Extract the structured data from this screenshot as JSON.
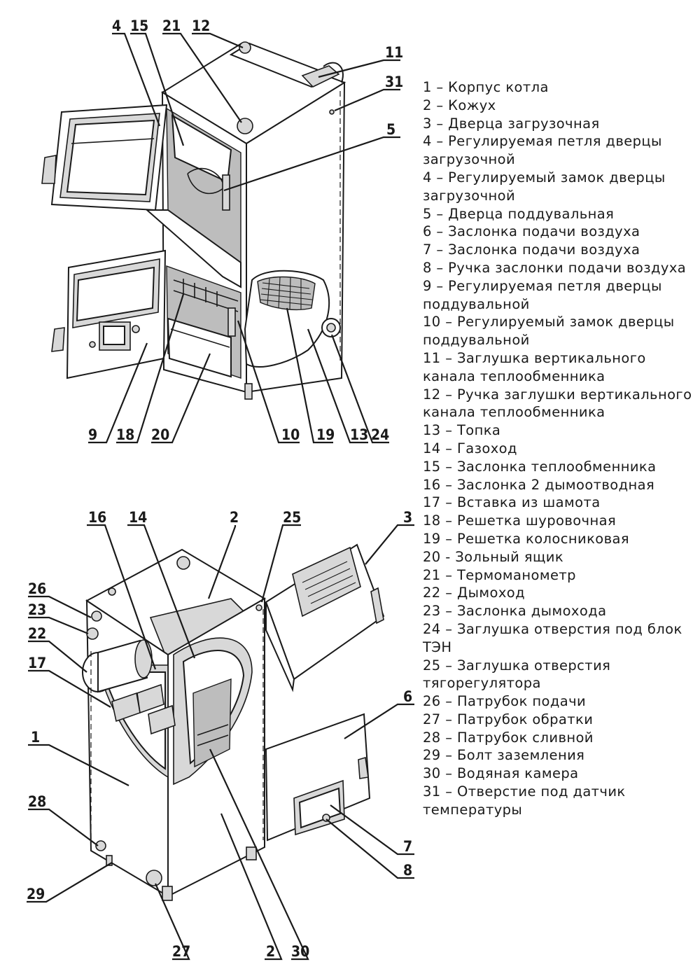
{
  "callouts": {
    "top": [
      "4",
      "15",
      "21",
      "12",
      "11",
      "31",
      "5",
      "9",
      "18",
      "20",
      "10",
      "19",
      "13",
      "24"
    ],
    "bottom": [
      "16",
      "14",
      "2",
      "25",
      "3",
      "26",
      "23",
      "22",
      "17",
      "1",
      "28",
      "29",
      "27",
      "2",
      "30",
      "6",
      "7",
      "8"
    ]
  },
  "legend": [
    "1 – Корпус котла",
    "2 – Кожух",
    "3 – Дверца загрузочная",
    "4 – Регулируемая петля дверцы загрузочной",
    "4 – Регулируемый замок дверцы загрузочной",
    "5 – Дверца поддувальная",
    "6 – Заслонка подачи воздуха",
    "7 – Заслонка подачи воздуха",
    "8 – Ручка заслонки подачи воздуха",
    "9 – Регулируемая петля дверцы поддувальной",
    "10 – Регулируемый замок дверцы поддувальной",
    "11 – Заглушка вертикального канала теплообменника",
    "12 – Ручка заглушки вертикального канала теплообменника",
    "13 – Топка",
    "14 – Газоход",
    "15 – Заслонка теплообменника",
    "16 – Заслонка 2 дымоотводная",
    "17 – Вставка из шамота",
    "18 – Решетка шуровочная",
    "19 – Решетка колосниковая",
    "20 -  Зольный ящик",
    "21 – Термоманометр",
    "22 – Дымоход",
    "23 – Заслонка дымохода",
    "24 – Заглушка отверстия под блок ТЭН",
    "25 – Заглушка отверстия тягорегулятора",
    "26 – Патрубок подачи",
    "27 – Патрубок обратки",
    "28 – Патрубок сливной",
    "29 – Болт заземления",
    "30 – Водяная камера",
    "31 – Отверстие под датчик температуры"
  ]
}
